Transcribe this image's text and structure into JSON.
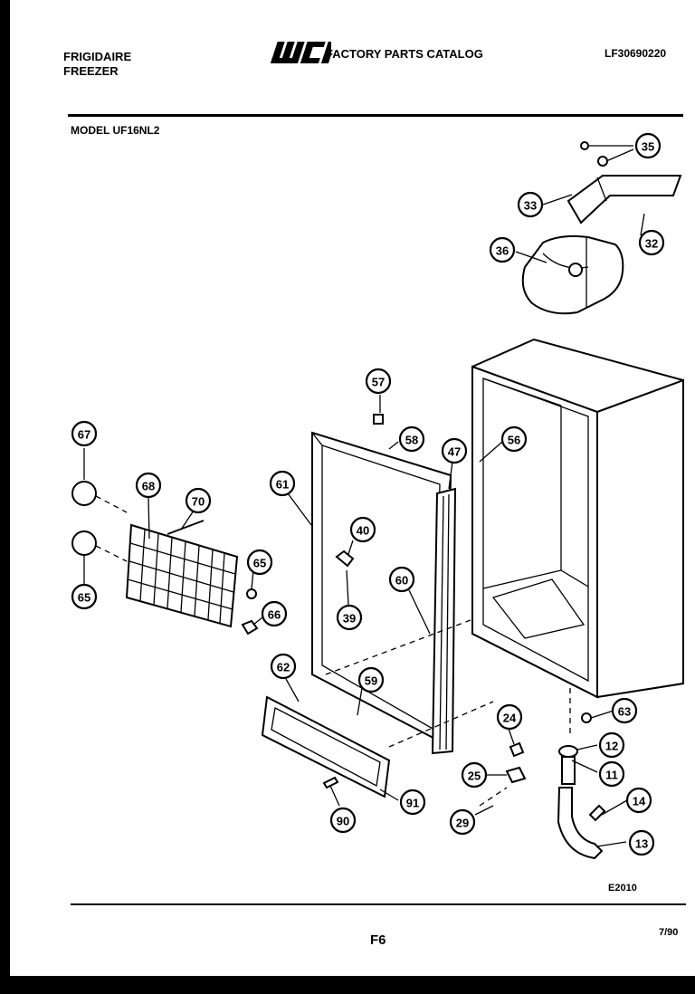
{
  "header": {
    "brand_line1": "FRIGIDAIRE",
    "brand_line2": "FREEZER",
    "logo_text": "WCI",
    "catalog_title": "FACTORY PARTS CATALOG",
    "doc_number": "LF30690220",
    "model": "MODEL UF16NL2"
  },
  "footer": {
    "drawing_id": "E2010",
    "page": "F6",
    "date": "7/90"
  },
  "callouts": [
    "35",
    "33",
    "32",
    "36",
    "57",
    "58",
    "47",
    "56",
    "61",
    "40",
    "39",
    "60",
    "67",
    "68",
    "70",
    "65",
    "65",
    "66",
    "62",
    "59",
    "63",
    "24",
    "12",
    "11",
    "25",
    "14",
    "29",
    "13",
    "90",
    "91"
  ]
}
